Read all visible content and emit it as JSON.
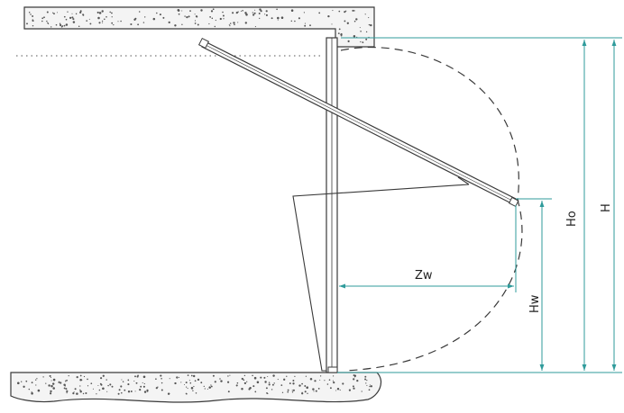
{
  "labels": {
    "zw": "Zw",
    "hw": "Hw",
    "ho": "Ho",
    "h": "H"
  },
  "colors": {
    "line": "#3a3a3a",
    "dimension": "#2f9b9b",
    "concrete_fill": "#f4f4f4",
    "speckle": "#555555"
  }
}
